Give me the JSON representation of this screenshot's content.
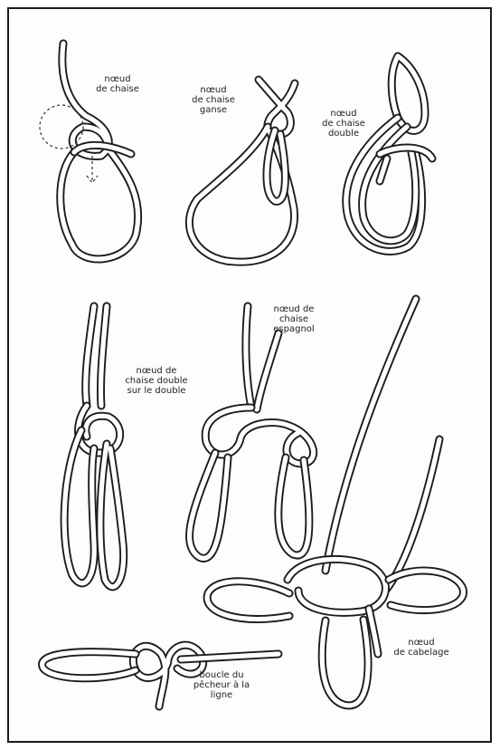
{
  "colors": {
    "ink": "#1c1c1c",
    "rope": "#ffffff",
    "paper": "#fdfdfd"
  },
  "labels": {
    "bowline": "nœud\nde chaise",
    "bowline_bight": "nœud\nde chaise\nganse",
    "double_bowline": "nœud\nde chaise\ndouble",
    "bowline_on_bight": "nœud de\nchaise double\nsur le double",
    "spanish_bowline": "nœud de\nchaise\nespagnol",
    "fisherman_loop": "boucle du\npêcheur à la\nligne",
    "cabestan_knot": "nœud\nde cabelage"
  }
}
